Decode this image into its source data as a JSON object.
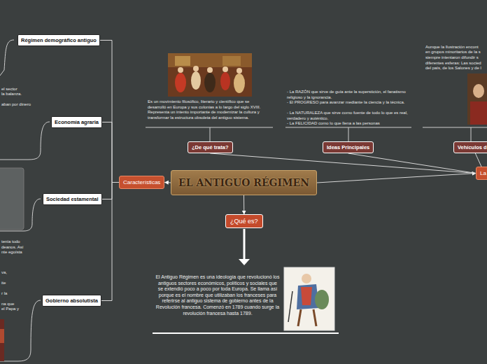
{
  "diagram": {
    "nodes": [
      {
        "text": [
          "EL ANTIGUO RÉGIMEN"
        ]
      },
      {
        "text": [
          "Características"
        ]
      },
      {
        "text": [
          "Régimen demográfico antiguo"
        ]
      },
      {
        "text": [
          "Economía agraria"
        ]
      },
      {
        "text": [
          "Sociedad estamental"
        ]
      },
      {
        "text": [
          "Gobierno absolutista"
        ]
      },
      {
        "text": [
          "¿Qué es?"
        ]
      },
      {
        "text": [
          "¿De qué trata?"
        ]
      },
      {
        "text": [
          "Ideas Principales"
        ]
      },
      {
        "text": [
          "Vehículos d"
        ]
      },
      {
        "text": [
          "La"
        ]
      }
    ],
    "edges": [
      {
        "from": 0,
        "to": 1,
        "arrow": "to"
      },
      {
        "from": 1,
        "to": 2,
        "arrow": "none"
      },
      {
        "from": 1,
        "to": 3,
        "arrow": "none"
      },
      {
        "from": 1,
        "to": 4,
        "arrow": "none"
      },
      {
        "from": 1,
        "to": 5,
        "arrow": "none"
      },
      {
        "from": 0,
        "to": 6,
        "arrow": "to"
      },
      {
        "from": 0,
        "to": 10,
        "arrow": "to"
      },
      {
        "from": 10,
        "to": 7,
        "arrow": "none"
      },
      {
        "from": 10,
        "to": 8,
        "arrow": "none"
      },
      {
        "from": 10,
        "to": 9,
        "arrow": "none"
      }
    ],
    "labels": [
      "Es un movimiento filosófico, literario y científico que se desarrolló en Europa y sus colonias a lo largo del siglo XVIII. Representa un intento importante de modernizar la cultura y transformar la estructura obsoleta del antiguo sistema.",
      "- La RAZÓN que sirve de guía ante la superstición, el fanatismo religioso y la ignorancia.",
      "- El PROGRESO para avanzar mediante la ciencia y la técnica.",
      "- La NATURALEZA que sirve como fuente de todo lo que es real, verdadero y auténtico.",
      "- La FELICIDAD como lo que llena a las personas",
      "Aunque la Ilustración encont",
      "en grupos minoritarios de la s",
      "siempre intentaron difundir s",
      "diferentes esferas: Las socied",
      "del país, de los Salones y de l",
      "El Antiguo Régimen es una ideología que revolucionó los antiguos sectores económicos, políticos y sociales que se extendió poco a poco por toda Europa. Se llama así porque es el nombre que utilizaban los franceses para referirse al antiguo sistema de gobierno antes de la Revolución francesa. Comenzó en 1789 cuando surge la revolución francesa hasta 1789.",
      "el sector",
      "la balanza.",
      "aban por dinero",
      "tenía todo",
      "deanos. Así",
      "nte egoísta",
      "va,",
      "ite",
      "r la",
      "na que",
      "el Papa y"
    ]
  }
}
